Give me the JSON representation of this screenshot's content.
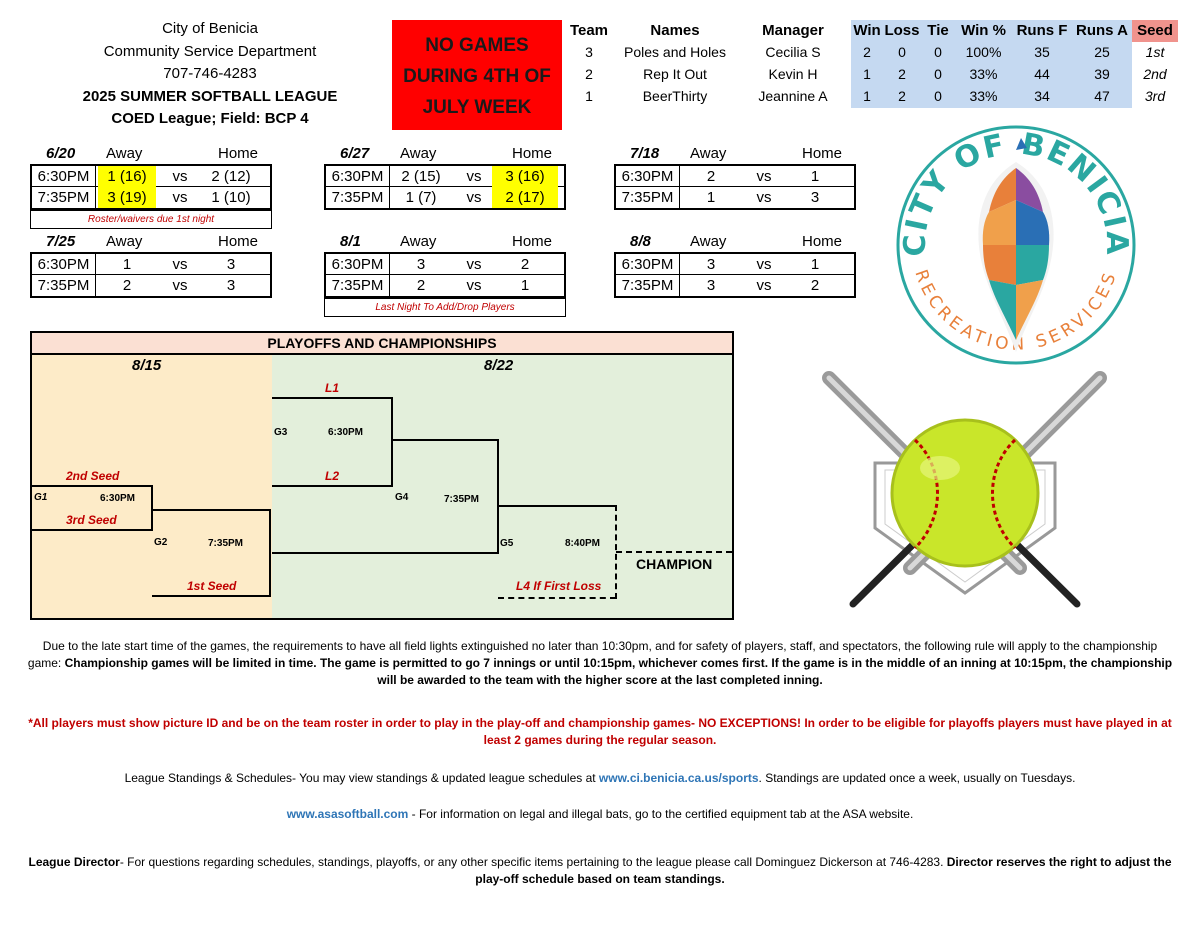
{
  "header": {
    "line1": "City of Benicia",
    "line2": "Community Service Department",
    "line3": "707-746-4283",
    "line4": "2025 SUMMER SOFTBALL LEAGUE",
    "line5": "COED League; Field: BCP 4"
  },
  "notice": {
    "l1": "NO GAMES",
    "l2": "DURING 4TH OF",
    "l3": "JULY WEEK"
  },
  "standings": {
    "headers": [
      "Team",
      "Names",
      "Manager",
      "Win",
      "Loss",
      "Tie",
      "Win %",
      "Runs F",
      "Runs A",
      "Seed"
    ],
    "rows": [
      [
        "3",
        "Poles and Holes",
        "Cecilia S",
        "2",
        "0",
        "0",
        "100%",
        "35",
        "25",
        "1st"
      ],
      [
        "2",
        "Rep It Out",
        "Kevin H",
        "1",
        "2",
        "0",
        "33%",
        "44",
        "39",
        "2nd"
      ],
      [
        "1",
        "BeerThirty",
        "Jeannine A",
        "1",
        "2",
        "0",
        "33%",
        "34",
        "47",
        "3rd"
      ]
    ],
    "colors": {
      "stats_bg": "#c5d9f1",
      "seed_bg": "#f0938d"
    }
  },
  "schedule": {
    "away": "Away",
    "home": "Home",
    "vs": "vs",
    "weeks": [
      {
        "date": "6/20",
        "games": [
          [
            "6:30PM",
            "1 (16)",
            "2 (12)"
          ],
          [
            "7:35PM",
            "3 (19)",
            "1 (10)"
          ]
        ],
        "note": "Roster/waivers due 1st night"
      },
      {
        "date": "6/27",
        "games": [
          [
            "6:30PM",
            "2 (15)",
            "3 (16)"
          ],
          [
            "7:35PM",
            "1 (7)",
            "2 (17)"
          ]
        ],
        "note": ""
      },
      {
        "date": "7/18",
        "games": [
          [
            "6:30PM",
            "2",
            "1"
          ],
          [
            "7:35PM",
            "1",
            "3"
          ]
        ],
        "note": ""
      },
      {
        "date": "7/25",
        "games": [
          [
            "6:30PM",
            "1",
            "3"
          ],
          [
            "7:35PM",
            "2",
            "3"
          ]
        ],
        "note": ""
      },
      {
        "date": "8/1",
        "games": [
          [
            "6:30PM",
            "3",
            "2"
          ],
          [
            "7:35PM",
            "2",
            "1"
          ]
        ],
        "note": "Last Night To Add/Drop Players"
      },
      {
        "date": "8/8",
        "games": [
          [
            "6:30PM",
            "3",
            "1"
          ],
          [
            "7:35PM",
            "3",
            "2"
          ]
        ],
        "note": ""
      }
    ],
    "highlight": "#ffff00"
  },
  "logo": {
    "top": "CITY OF BENICIA",
    "bottom": "RECREATION SERVICES"
  },
  "playoffs": {
    "title": "PLAYOFFS AND CHAMPIONSHIPS",
    "date1": "8/15",
    "date2": "8/22",
    "seed2": "2nd Seed",
    "seed3": "3rd Seed",
    "seed1": "1st Seed",
    "g1": "G1",
    "g1_time": "6:30PM",
    "g2": "G2",
    "g2_time": "7:35PM",
    "g3": "G3",
    "g3_time": "6:30PM",
    "l1": "L1",
    "l2": "L2",
    "g4": "G4",
    "g4_time": "7:35PM",
    "g5": "G5",
    "g5_time": "8:40PM",
    "l4": "L4 If First Loss",
    "champion": "CHAMPION"
  },
  "footer": {
    "p1a": "Due to the late start time of the games, the requirements to have all field lights extinguished no later than 10:30pm, and for safety of players, staff, and spectators, the following rule will apply to the championship game:  ",
    "p1b": "Championship games will be limited in time. The game is permitted to go 7 innings or until 10:15pm, whichever comes first.  If the game is in the middle of an inning at 10:15pm, the championship will be awarded to the team with the higher score at the last completed inning.",
    "p2": "*All players must show picture ID and be on the team roster in order to play in the play-off and championship games- NO EXCEPTIONS!  In order to be eligible for playoffs players must have played in at least 2 games during the regular season.",
    "p3a": "League Standings & Schedules- You may view standings & updated league schedules at ",
    "p3link": "www.ci.benicia.ca.us/sports",
    "p3b": ".  Standings are updated once a week, usually on Tuesdays.",
    "p4link": "www.asasoftball.com",
    "p4b": " - For information on legal and illegal bats, go to the certified equipment tab at the ASA website.",
    "p5a": "League Director",
    "p5b": "- For questions regarding schedules, standings, playoffs, or any other specific items pertaining to the league please call Dominguez Dickerson at 746-4283.  ",
    "p5c": "Director reserves the right to adjust the play-off schedule based on team standings."
  }
}
